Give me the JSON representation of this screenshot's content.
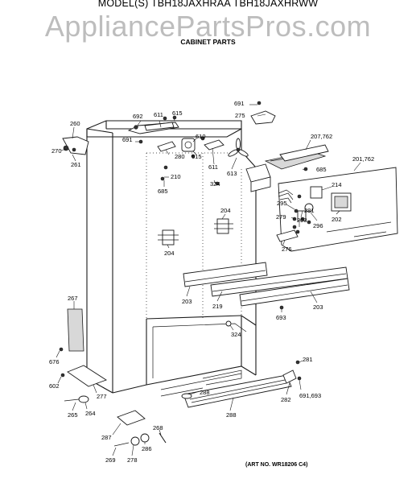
{
  "header": {
    "model_line": "MODEL(S) TBH18JAXHRAA  TBH18JAXHRWW",
    "watermark": "AppliancePartsPros.com",
    "subtitle": "CABINET PARTS"
  },
  "footer": {
    "art_number": "(ART NO. WR18206 C4)"
  },
  "callouts": [
    {
      "id": "c692",
      "text": "692"
    },
    {
      "id": "c611a",
      "text": "611"
    },
    {
      "id": "c615a",
      "text": "615"
    },
    {
      "id": "c691a",
      "text": "691"
    },
    {
      "id": "c275",
      "text": "275"
    },
    {
      "id": "c260",
      "text": "260"
    },
    {
      "id": "c691b",
      "text": "691"
    },
    {
      "id": "c610",
      "text": "610"
    },
    {
      "id": "c207",
      "text": "207,762"
    },
    {
      "id": "c270",
      "text": "270"
    },
    {
      "id": "c280",
      "text": "280"
    },
    {
      "id": "c615b",
      "text": "615"
    },
    {
      "id": "c261",
      "text": "261"
    },
    {
      "id": "c611b",
      "text": "611"
    },
    {
      "id": "c685a",
      "text": "685"
    },
    {
      "id": "c201",
      "text": "201,762"
    },
    {
      "id": "c210",
      "text": "210"
    },
    {
      "id": "c613",
      "text": "613"
    },
    {
      "id": "c214",
      "text": "214"
    },
    {
      "id": "c324a",
      "text": "324"
    },
    {
      "id": "c685b",
      "text": "685"
    },
    {
      "id": "c295",
      "text": "295"
    },
    {
      "id": "c281a",
      "text": "281"
    },
    {
      "id": "c204a",
      "text": "204"
    },
    {
      "id": "c279",
      "text": "279"
    },
    {
      "id": "c293",
      "text": "293"
    },
    {
      "id": "c202",
      "text": "202"
    },
    {
      "id": "c296",
      "text": "296"
    },
    {
      "id": "c204b",
      "text": "204"
    },
    {
      "id": "c276",
      "text": "276"
    },
    {
      "id": "c267",
      "text": "267"
    },
    {
      "id": "c203a",
      "text": "203"
    },
    {
      "id": "c219",
      "text": "219"
    },
    {
      "id": "c203b",
      "text": "203"
    },
    {
      "id": "c693a",
      "text": "693"
    },
    {
      "id": "c324b",
      "text": "324"
    },
    {
      "id": "c676",
      "text": "676"
    },
    {
      "id": "c281b",
      "text": "281"
    },
    {
      "id": "c602",
      "text": "602"
    },
    {
      "id": "c277",
      "text": "277"
    },
    {
      "id": "c288a",
      "text": "288"
    },
    {
      "id": "c282",
      "text": "282"
    },
    {
      "id": "c691c",
      "text": "691,693"
    },
    {
      "id": "c265",
      "text": "265"
    },
    {
      "id": "c264",
      "text": "264"
    },
    {
      "id": "c288b",
      "text": "288"
    },
    {
      "id": "c268",
      "text": "268"
    },
    {
      "id": "c287",
      "text": "287"
    },
    {
      "id": "c286",
      "text": "286"
    },
    {
      "id": "c269",
      "text": "269"
    },
    {
      "id": "c278",
      "text": "278"
    }
  ]
}
